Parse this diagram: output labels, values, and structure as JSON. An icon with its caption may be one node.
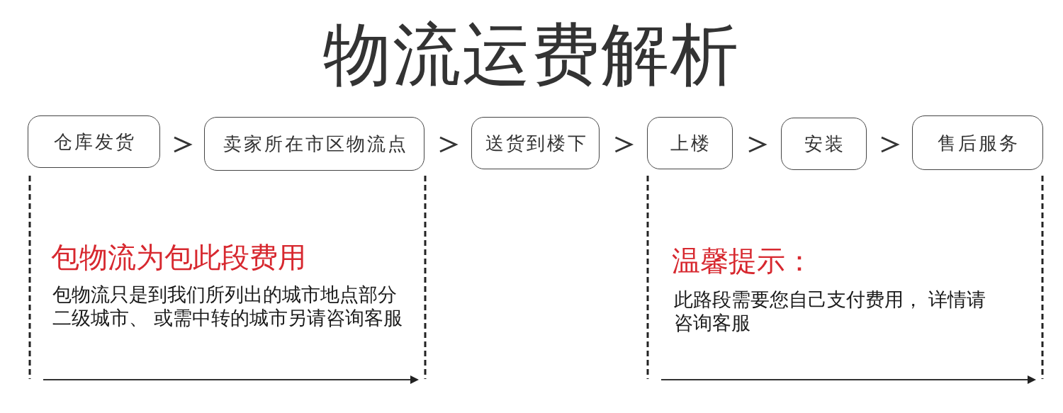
{
  "diagram": {
    "title": "物流运费解析",
    "nodes": [
      {
        "text": [
          "仓库发货"
        ]
      },
      {
        "text": [
          "卖家所在市区物流点"
        ]
      },
      {
        "text": [
          "送货到楼下"
        ]
      },
      {
        "text": [
          "上楼"
        ]
      },
      {
        "text": [
          "安装"
        ]
      },
      {
        "text": [
          "售后服务"
        ]
      }
    ],
    "edges": [
      {
        "from": 0,
        "to": 1,
        "arrow": "to"
      },
      {
        "from": 1,
        "to": 2,
        "arrow": "to"
      },
      {
        "from": 2,
        "to": 3,
        "arrow": "to"
      },
      {
        "from": 3,
        "to": 4,
        "arrow": "to"
      },
      {
        "from": 4,
        "to": 5,
        "arrow": "to"
      }
    ],
    "labels": [
      "包物流为包此段费用",
      "包物流只是到我们所列出的城市地点部分二级城市、 或需中转的城市另请咨询客服",
      "温馨提示：",
      "此路段需要您自己支付费用， 详情请咨询客服"
    ]
  }
}
